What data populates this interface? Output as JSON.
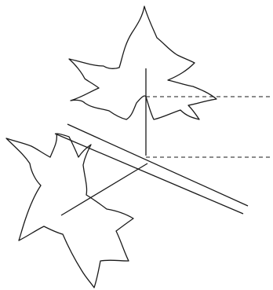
{
  "figure": {
    "description_items": [
      "upper-leaf",
      "mirror-plane",
      "reflected-leaf",
      "reference-lines"
    ],
    "stroke_color": "#1a1a1a",
    "background_color": "#ffffff"
  }
}
